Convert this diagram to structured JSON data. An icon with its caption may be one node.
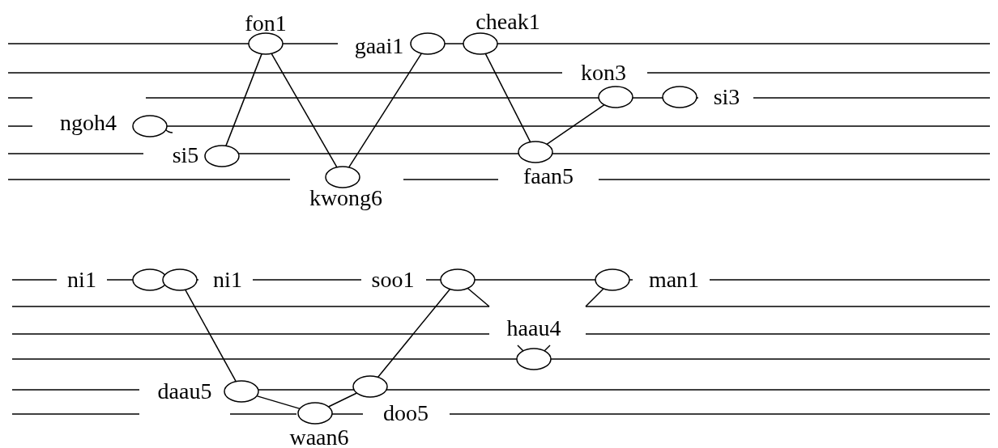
{
  "diagram": {
    "nodes": [
      {
        "text": [],
        "shape": "circle",
        "beside": [
          "fon1"
        ]
      },
      {
        "text": [],
        "shape": "circle",
        "beside": [
          "gaai1"
        ]
      },
      {
        "text": [],
        "shape": "circle",
        "beside": [
          "cheak1"
        ]
      },
      {
        "text": [],
        "shape": "circle",
        "beside": [
          "ngoh4"
        ]
      },
      {
        "text": [],
        "shape": "circle",
        "beside": [
          "si5"
        ]
      },
      {
        "text": [],
        "shape": "circle",
        "beside": [
          "kwong6"
        ]
      },
      {
        "text": [],
        "shape": "circle",
        "beside": [
          "faan5"
        ]
      },
      {
        "text": [],
        "shape": "circle",
        "beside": [
          "kon3"
        ]
      },
      {
        "text": [],
        "shape": "circle",
        "beside": [
          "si3"
        ]
      },
      {
        "text": [],
        "shape": "circle",
        "beside": [
          "ni1"
        ]
      },
      {
        "text": [],
        "shape": "circle",
        "beside": [
          "ni1"
        ]
      },
      {
        "text": [],
        "shape": "circle",
        "beside": [
          "soo1"
        ]
      },
      {
        "text": [],
        "shape": "circle",
        "beside": [
          "man1"
        ]
      },
      {
        "text": [],
        "shape": "circle",
        "beside": [
          "haau4"
        ]
      },
      {
        "text": [],
        "shape": "circle",
        "beside": [
          "daau5"
        ]
      },
      {
        "text": [],
        "shape": "circle",
        "beside": [
          "waan6"
        ]
      },
      {
        "text": [],
        "shape": "circle",
        "beside": [
          "doo5"
        ]
      }
    ],
    "edges": [
      {
        "from": 0,
        "to": 4,
        "arrow": "none"
      },
      {
        "from": 0,
        "to": 5,
        "arrow": "none"
      },
      {
        "from": 1,
        "to": 5,
        "arrow": "none"
      },
      {
        "from": 2,
        "to": 6,
        "arrow": "none"
      },
      {
        "from": 6,
        "to": 7,
        "arrow": "none"
      },
      {
        "from": 10,
        "to": 14,
        "arrow": "none"
      },
      {
        "from": 14,
        "to": 15,
        "arrow": "none"
      },
      {
        "from": 15,
        "to": 16,
        "arrow": "none"
      },
      {
        "from": 16,
        "to": 11,
        "arrow": "none"
      },
      {
        "from": 11,
        "to": null,
        "arrow": "none"
      },
      {
        "from": null,
        "to": 12,
        "arrow": "none"
      }
    ]
  }
}
